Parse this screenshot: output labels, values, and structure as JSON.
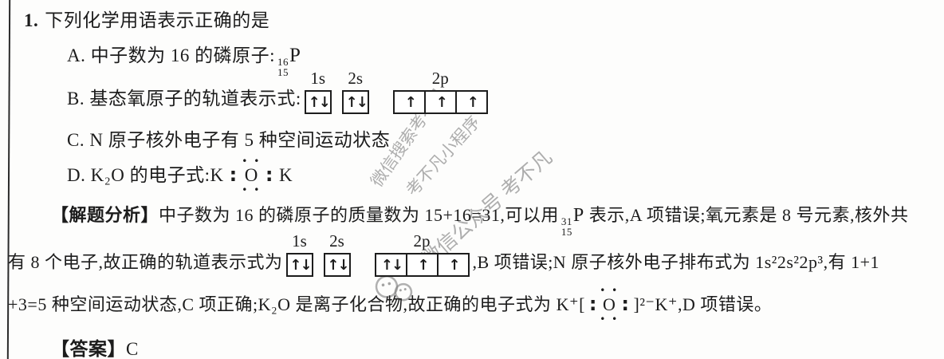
{
  "question": {
    "number": "1.",
    "stem": "下列化学用语表示正确的是",
    "options": {
      "a": {
        "prefix": "A. 中子数为 16 的磷原子:",
        "isotope_mass": "16",
        "isotope_protons": "15",
        "element": "P"
      },
      "b": {
        "prefix": "B. 基态氧原子的轨道表示式:",
        "orbitals": [
          {
            "label": "1s",
            "cells": [
              "↑↓"
            ]
          },
          {
            "label": "2s",
            "cells": [
              "↑↓"
            ]
          },
          {
            "label": "2p",
            "cells": [
              "↑",
              "↑",
              "↑"
            ]
          }
        ]
      },
      "c": {
        "text": "C. N 原子核外电子有 5 种空间运动状态"
      },
      "d": {
        "prefix": "D. K₂O 的电子式:",
        "electron_formula": {
          "left_k": "K",
          "left_colon": ":",
          "center": "O",
          "right_colon": ":",
          "right_k": "K",
          "dots_top": "• •",
          "dots_bottom": "• •"
        }
      }
    }
  },
  "analysis": {
    "tag": "【解题分析】",
    "l1_before_isotope": "中子数为 16 的磷原子的质量数为 15+16=31,可以用",
    "isotope_mass": "31",
    "isotope_protons": "15",
    "element": "P",
    "l1_after_isotope": " 表示,A 项错误;氧元素是 8 号元素,核外共",
    "l2_before_orbitals": "有 8 个电子,故正确的轨道表示式为",
    "orbitals": [
      {
        "label": "1s",
        "cells": [
          "↑↓"
        ]
      },
      {
        "label": "2s",
        "cells": [
          "↑↓"
        ]
      },
      {
        "label": "2p",
        "cells": [
          "↑↓",
          "↑",
          "↑"
        ]
      }
    ],
    "l2_after_orbitals": ",B 项错误;N 原子核外电子排布式为 1s²2s²2p³,有 1+1",
    "l3_before_formula": "+3=5 种空间运动状态,C 项正确;K₂O 是离子化合物,故正确的电子式为 ",
    "ion_formula": {
      "left": "K⁺[",
      "left_colon": ":",
      "center": "O",
      "right_colon": ":",
      "right": "]²⁻K⁺",
      "dots_top": "• •",
      "dots_bottom": "• •"
    },
    "l3_tail": ",D 项错误。"
  },
  "answer": {
    "tag": "【答案】",
    "value": "C"
  },
  "watermarks": [
    {
      "text": "微信搜索考不凡"
    },
    {
      "text": "考不凡小程序"
    },
    {
      "text": "微信公众号 考不凡"
    }
  ]
}
